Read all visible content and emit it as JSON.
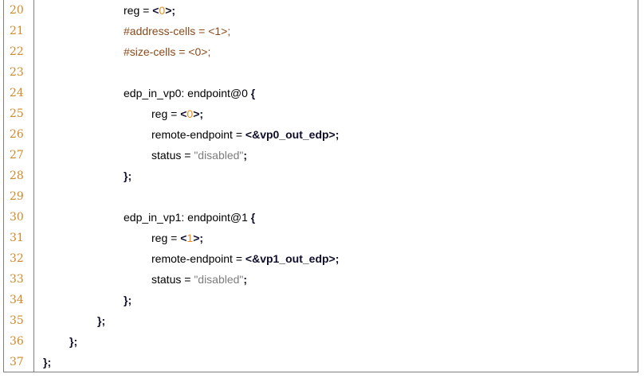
{
  "code": {
    "lines": [
      {
        "number": "20",
        "indent": 4,
        "tokens": [
          {
            "t": "reg = ",
            "c": "plain"
          },
          {
            "t": "<",
            "c": "bold"
          },
          {
            "t": "0",
            "c": "orange"
          },
          {
            "t": ">;",
            "c": "bold"
          }
        ]
      },
      {
        "number": "21",
        "indent": 4,
        "tokens": [
          {
            "t": "#address-cells = <1>;",
            "c": "brown"
          }
        ]
      },
      {
        "number": "22",
        "indent": 4,
        "tokens": [
          {
            "t": "#size-cells = <0>;",
            "c": "brown"
          }
        ]
      },
      {
        "number": "23",
        "indent": 0,
        "tokens": []
      },
      {
        "number": "24",
        "indent": 4,
        "tokens": [
          {
            "t": "edp_in_vp0: endpoint@0 ",
            "c": "plain"
          },
          {
            "t": "{",
            "c": "bold"
          }
        ]
      },
      {
        "number": "25",
        "indent": 5,
        "tokens": [
          {
            "t": "reg = ",
            "c": "plain"
          },
          {
            "t": "<",
            "c": "bold"
          },
          {
            "t": "0",
            "c": "orange"
          },
          {
            "t": ">;",
            "c": "bold"
          }
        ]
      },
      {
        "number": "26",
        "indent": 5,
        "tokens": [
          {
            "t": "remote-endpoint = ",
            "c": "plain"
          },
          {
            "t": "<&vp0_out_edp>;",
            "c": "bold"
          }
        ]
      },
      {
        "number": "27",
        "indent": 5,
        "tokens": [
          {
            "t": "status = ",
            "c": "plain"
          },
          {
            "t": "\"disabled\"",
            "c": "string"
          },
          {
            "t": ";",
            "c": "bold"
          }
        ]
      },
      {
        "number": "28",
        "indent": 4,
        "tokens": [
          {
            "t": "};",
            "c": "bold"
          }
        ]
      },
      {
        "number": "29",
        "indent": 0,
        "tokens": []
      },
      {
        "number": "30",
        "indent": 4,
        "tokens": [
          {
            "t": "edp_in_vp1: endpoint@1 ",
            "c": "plain"
          },
          {
            "t": "{",
            "c": "bold"
          }
        ]
      },
      {
        "number": "31",
        "indent": 5,
        "tokens": [
          {
            "t": "reg = ",
            "c": "plain"
          },
          {
            "t": "<",
            "c": "bold"
          },
          {
            "t": "1",
            "c": "orange"
          },
          {
            "t": ">;",
            "c": "bold"
          }
        ]
      },
      {
        "number": "32",
        "indent": 5,
        "tokens": [
          {
            "t": "remote-endpoint = ",
            "c": "plain"
          },
          {
            "t": "<&vp1_out_edp>;",
            "c": "bold"
          }
        ]
      },
      {
        "number": "33",
        "indent": 5,
        "tokens": [
          {
            "t": "status = ",
            "c": "plain"
          },
          {
            "t": "\"disabled\"",
            "c": "string"
          },
          {
            "t": ";",
            "c": "bold"
          }
        ]
      },
      {
        "number": "34",
        "indent": 4,
        "tokens": [
          {
            "t": "};",
            "c": "bold"
          }
        ]
      },
      {
        "number": "35",
        "indent": 3,
        "tokens": [
          {
            "t": "};",
            "c": "bold"
          }
        ]
      },
      {
        "number": "36",
        "indent": 2,
        "tokens": [
          {
            "t": "};",
            "c": "bold"
          }
        ]
      },
      {
        "number": "37",
        "indent": 1,
        "tokens": [
          {
            "t": "};",
            "c": "bold"
          }
        ]
      }
    ]
  },
  "colors": {
    "line_number": "#d08a2a",
    "property_brown": "#8b4a1a",
    "value_orange": "#f08c16",
    "string_gray": "#7c7c7c",
    "border": "#7f7f7f"
  }
}
